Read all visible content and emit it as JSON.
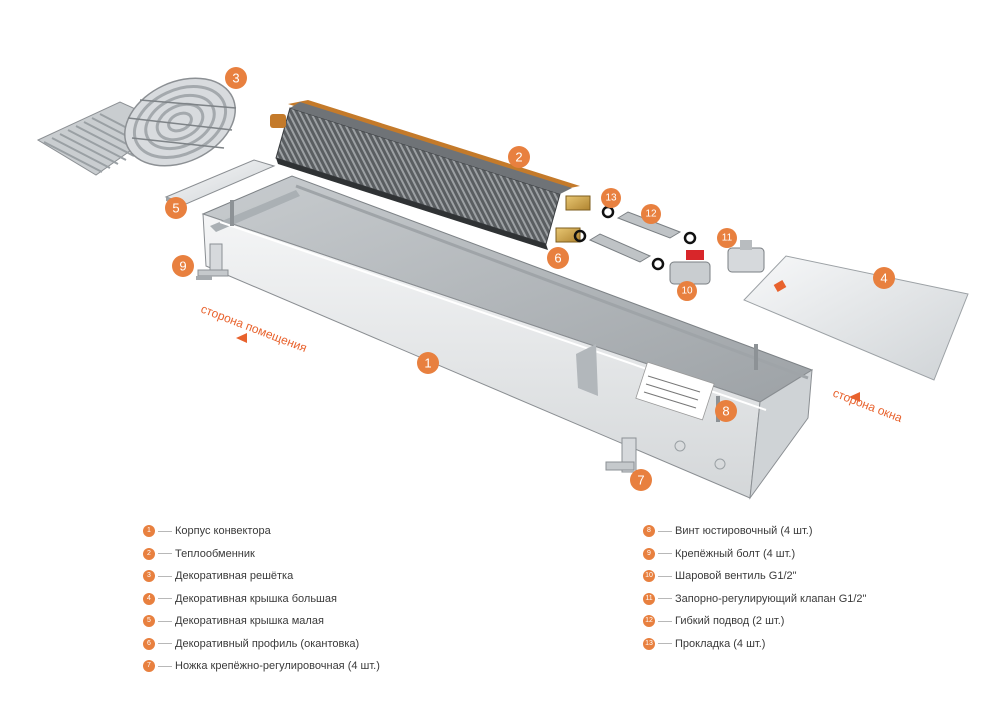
{
  "colors": {
    "accent": "#e8803f",
    "accent_dark": "#e8622d",
    "metal_light": "#eef0f1",
    "metal_mid": "#c7cbce",
    "metal_dark": "#6b6f72"
  },
  "callouts": [
    "1",
    "2",
    "3",
    "4",
    "5",
    "6",
    "7",
    "8",
    "9",
    "10",
    "11",
    "12",
    "13"
  ],
  "directions": {
    "room_side": "сторона помещения",
    "window_side": "сторона окна"
  },
  "legend": [
    {
      "num": "1",
      "label": "Корпус конвектора"
    },
    {
      "num": "2",
      "label": "Теплообменник"
    },
    {
      "num": "3",
      "label": "Декоративная решётка"
    },
    {
      "num": "4",
      "label": "Декоративная крышка большая"
    },
    {
      "num": "5",
      "label": "Декоративная крышка малая"
    },
    {
      "num": "6",
      "label": "Декоративный профиль (окантовка)"
    },
    {
      "num": "7",
      "label": "Ножка крепёжно-регулировочная (4 шт.)"
    },
    {
      "num": "8",
      "label": "Винт юстировочный (4 шт.)"
    },
    {
      "num": "9",
      "label": "Крепёжный болт (4 шт.)"
    },
    {
      "num": "10",
      "label": "Шаровой вентиль G1/2\""
    },
    {
      "num": "11",
      "label": "Запорно-регулирующий клапан G1/2\""
    },
    {
      "num": "12",
      "label": "Гибкий подвод (2 шт.)"
    },
    {
      "num": "13",
      "label": "Прокладка (4 шт.)"
    }
  ]
}
